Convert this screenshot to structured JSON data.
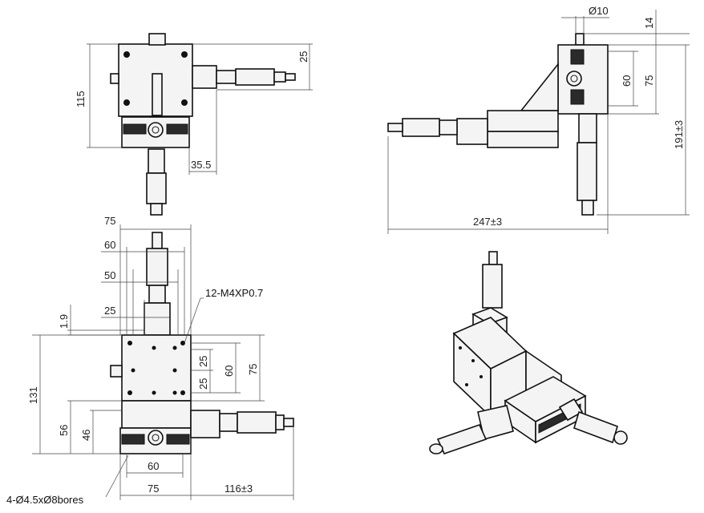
{
  "top_view": {
    "height_label": "115",
    "offset_label": "25",
    "micrometer_offset_label": "35.5"
  },
  "side_view": {
    "dia_label": "Ø10",
    "top_label": "14",
    "label_60": "60",
    "label_75": "75",
    "height_label": "191±3",
    "width_label": "247±3"
  },
  "front_view": {
    "w75_top": "75",
    "w60": "60",
    "w50": "50",
    "w25": "25",
    "h1_9": "1.9",
    "h131": "131",
    "h56": "56",
    "h46": "46",
    "v25a": "25",
    "v25b": "25",
    "v60": "60",
    "v75": "75",
    "b60": "60",
    "b75": "75",
    "b116": "116±3",
    "thread_note": "12-M4XP0.7",
    "bore_note": "4-Ø4.5xØ8bores"
  },
  "colors": {
    "line": "#222222",
    "fill": "#f4f4f4",
    "dark": "#2a2a2a"
  }
}
